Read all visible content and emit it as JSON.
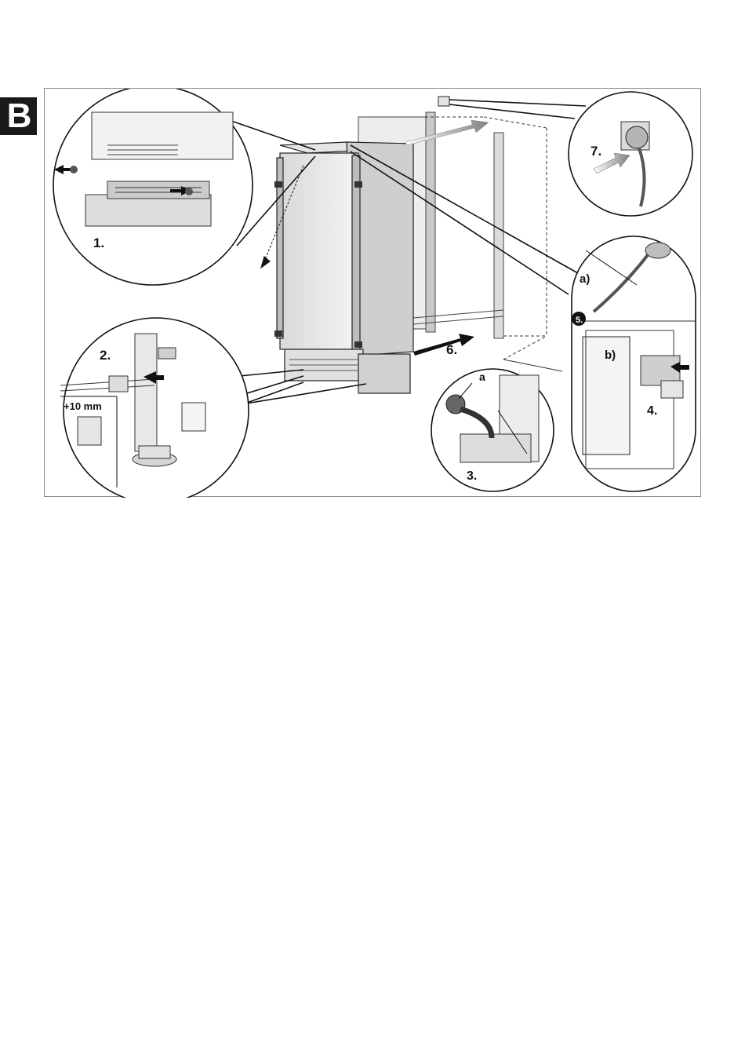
{
  "section": {
    "letter": "B"
  },
  "figure": {
    "step_1": "1.",
    "step_2": "2.",
    "step_3": "3.",
    "step_4": "4.",
    "step_5": "5.",
    "step_6": "6.",
    "step_7": "7.",
    "sub_a": "a)",
    "sub_b": "b)",
    "callout_a": "a",
    "dimension": "+10 mm"
  }
}
